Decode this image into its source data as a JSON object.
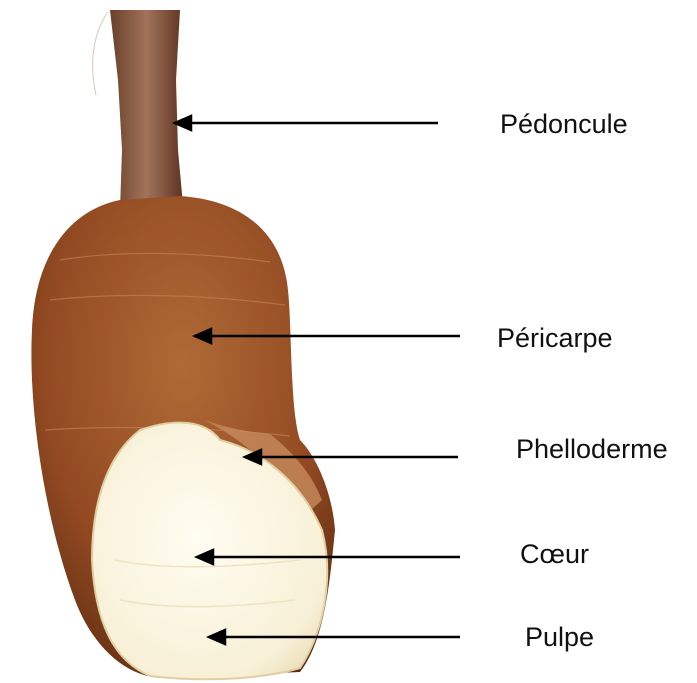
{
  "labels": [
    {
      "id": "pedoncule",
      "text": "Pédoncule"
    },
    {
      "id": "pericarpe",
      "text": "Péricarpe"
    },
    {
      "id": "phelloderme",
      "text": "Phelloderme"
    },
    {
      "id": "coeur",
      "text": "Cœur"
    },
    {
      "id": "pulpe",
      "text": "Pulpe"
    }
  ],
  "colors": {
    "background": "#ffffff",
    "stem": "#8a5a3b",
    "peel": "#a0572a",
    "peel_dark": "#6e3416",
    "flesh": "#fbf6e4",
    "arrow": "#000000"
  }
}
